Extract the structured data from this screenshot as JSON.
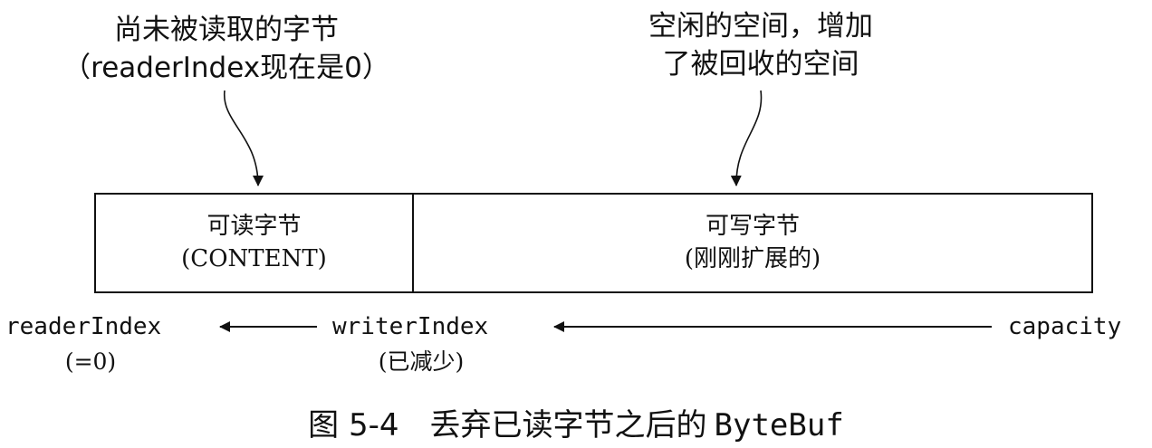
{
  "annotations": {
    "top_left": {
      "line1": "尚未被读取的字节",
      "line2": "（readerIndex现在是0）"
    },
    "top_right": {
      "line1": "空闲的空间，增加",
      "line2": "了被回收的空间"
    }
  },
  "buffer": {
    "readable": {
      "line1": "可读字节",
      "line2": "(CONTENT)"
    },
    "writable": {
      "line1": "可写字节",
      "line2": "(刚刚扩展的)"
    }
  },
  "indices": {
    "reader": {
      "label": "readerIndex",
      "note": "(=0)"
    },
    "writer": {
      "label": "writerIndex",
      "note": "(已减少)"
    },
    "capacity": {
      "label": "capacity"
    }
  },
  "caption": {
    "main": "图 5-4　丢弃已读字节之后的",
    "code": "ByteBuf"
  }
}
